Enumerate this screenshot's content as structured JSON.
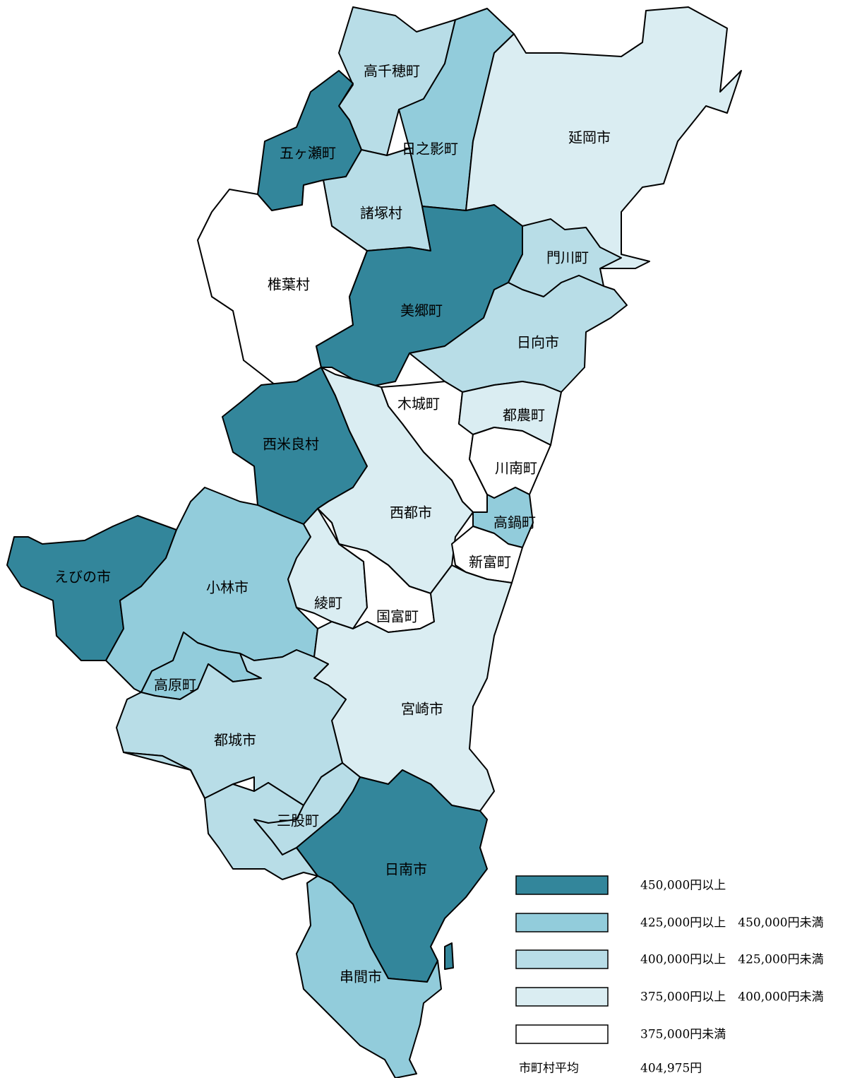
{
  "colors": {
    "tier1": "#33869b",
    "tier2": "#92ccdb",
    "tier3": "#b8dde7",
    "tier4": "#daedf2",
    "tier5": "#ffffff"
  },
  "regions": {
    "takachiho": {
      "label": "高千穂町",
      "tier": "tier3"
    },
    "gokase": {
      "label": "五ヶ瀬町",
      "tier": "tier1"
    },
    "hinokage": {
      "label": "日之影町",
      "tier": "tier2"
    },
    "nobeoka": {
      "label": "延岡市",
      "tier": "tier4"
    },
    "morotsuka": {
      "label": "諸塚村",
      "tier": "tier3"
    },
    "shiiba": {
      "label": "椎葉村",
      "tier": "tier5"
    },
    "misato": {
      "label": "美郷町",
      "tier": "tier1"
    },
    "kadogawa": {
      "label": "門川町",
      "tier": "tier3"
    },
    "hyuga": {
      "label": "日向市",
      "tier": "tier3"
    },
    "kijo": {
      "label": "木城町",
      "tier": "tier5"
    },
    "tsuno": {
      "label": "都農町",
      "tier": "tier4"
    },
    "nishimera": {
      "label": "西米良村",
      "tier": "tier1"
    },
    "kawaminami": {
      "label": "川南町",
      "tier": "tier5"
    },
    "saito": {
      "label": "西都市",
      "tier": "tier4"
    },
    "takanabe": {
      "label": "高鍋町",
      "tier": "tier2"
    },
    "shintomi": {
      "label": "新富町",
      "tier": "tier5"
    },
    "ebino": {
      "label": "えびの市",
      "tier": "tier1"
    },
    "kobayashi": {
      "label": "小林市",
      "tier": "tier2"
    },
    "aya": {
      "label": "綾町",
      "tier": "tier4"
    },
    "kunitomi": {
      "label": "国富町",
      "tier": "tier5"
    },
    "takaharu": {
      "label": "高原町",
      "tier": "tier2"
    },
    "miyazaki": {
      "label": "宮崎市",
      "tier": "tier4"
    },
    "miyakonojo": {
      "label": "都城市",
      "tier": "tier3"
    },
    "mimata": {
      "label": "三股町",
      "tier": "tier3"
    },
    "nichinan": {
      "label": "日南市",
      "tier": "tier1"
    },
    "kushima": {
      "label": "串間市",
      "tier": "tier2"
    }
  },
  "legend": {
    "items": [
      {
        "tier": "tier1",
        "label": "450,000円以上"
      },
      {
        "tier": "tier2",
        "label": "425,000円以上　450,000円未満"
      },
      {
        "tier": "tier3",
        "label": "400,000円以上　425,000円未満"
      },
      {
        "tier": "tier4",
        "label": "375,000円以上　400,000円未満"
      },
      {
        "tier": "tier5",
        "label": "375,000円未満"
      }
    ],
    "average_label": "市町村平均",
    "average_value": "404,975円"
  }
}
